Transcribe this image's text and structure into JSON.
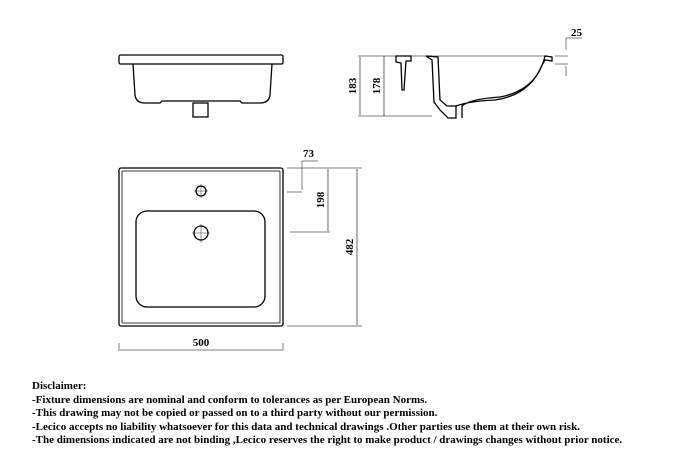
{
  "dimensions": {
    "rim_thickness": "25",
    "overall_height": "183",
    "bowl_height": "178",
    "tap_hole_offset": "73",
    "drain_offset": "198",
    "depth": "482",
    "width": "500"
  },
  "disclaimer": {
    "title": "Disclaimer:",
    "lines": [
      "-Fixture dimensions are nominal and conform to tolerances as per European Norms.",
      "-This drawing may not be copied or passed on to a third party without our permission.",
      "-Lecico accepts no liability whatsoever for this data and technical drawings .Other parties use them at their own risk.",
      "-The dimensions indicated are not binding ,Lecico reserves the right to make product / drawings changes without prior notice."
    ]
  }
}
